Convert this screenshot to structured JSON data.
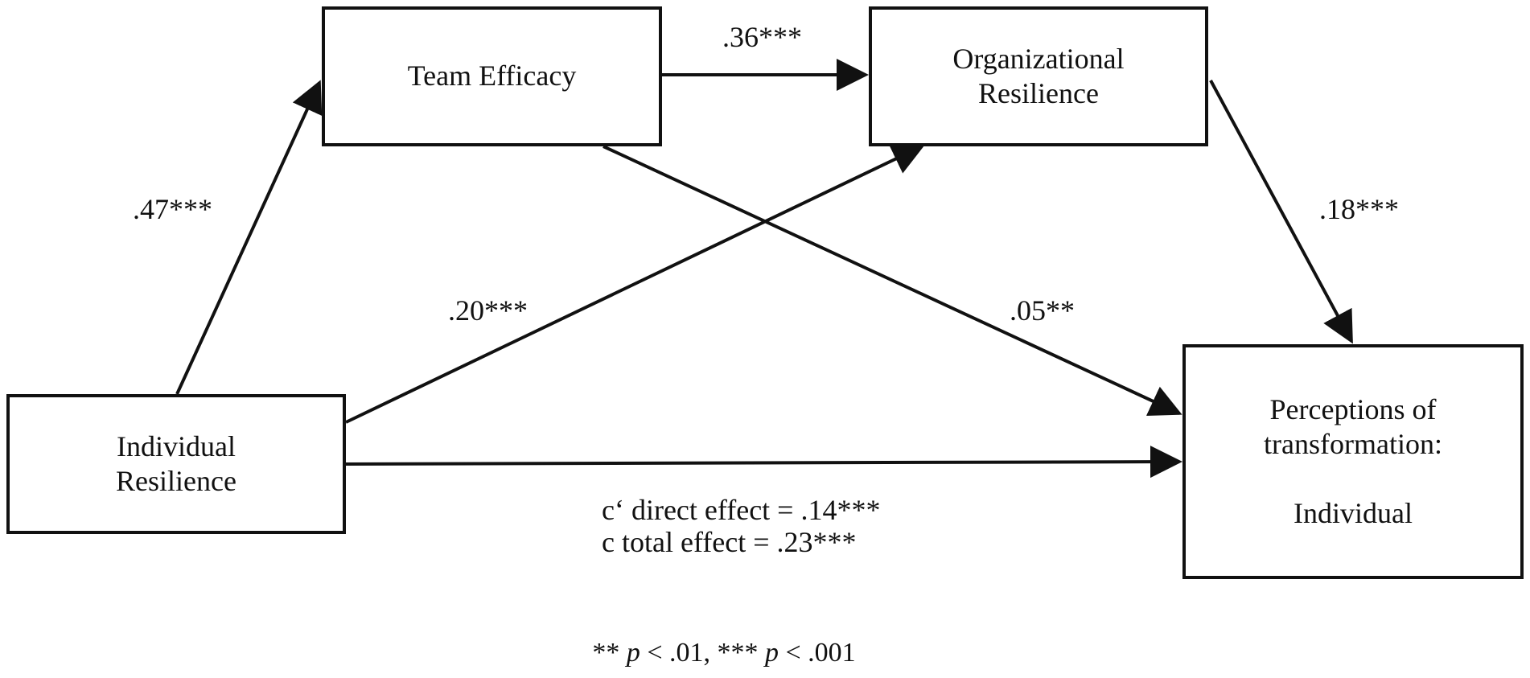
{
  "nodes": {
    "team_efficacy": "Team Efficacy",
    "organizational_resilience": "Organizational\nResilience",
    "individual_resilience": "Individual\nResilience",
    "perceptions": "Perceptions of\ntransformation:\n\nIndividual"
  },
  "paths": {
    "ir_to_te": ".47***",
    "te_to_or": ".36***",
    "ir_to_or": ".20***",
    "te_to_perceptions": ".05**",
    "or_to_perceptions": ".18***"
  },
  "effects": {
    "direct": "c‘ direct effect = .14***",
    "total": "c total effect = .23***"
  },
  "note": {
    "p_01_prefix": "** ",
    "p_symbol": "p",
    "p_01_value": " < .01, *** ",
    "p_001_value": " < .001"
  },
  "colors": {
    "stroke": "#111111",
    "background": "#ffffff"
  }
}
